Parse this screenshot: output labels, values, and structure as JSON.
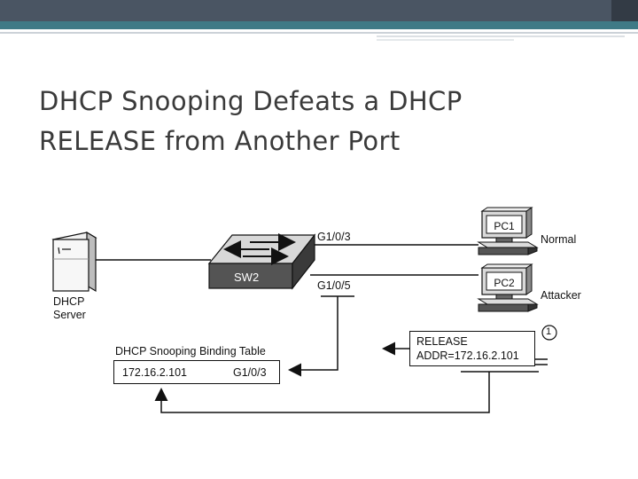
{
  "slide": {
    "title_line1": "DHCP Snooping Defeats a DHCP",
    "title_line2": "RELEASE from Another Port"
  },
  "diagram": {
    "server_label_line1": "DHCP",
    "server_label_line2": "Server",
    "switch_label": "SW2",
    "port_top": "G1/0/3",
    "port_bottom": "G1/0/5",
    "pc1_label": "PC1",
    "pc1_role": "Normal",
    "pc2_label": "PC2",
    "pc2_role": "Attacker",
    "table_title": "DHCP Snooping Binding Table",
    "table_ip": "172.16.2.101",
    "table_port": "G1/0/3",
    "message_line1": "RELEASE",
    "message_line2": "ADDR=172.16.2.101",
    "step_number": "1"
  },
  "colors": {
    "header_bar": "#4a5563",
    "accent_bar": "#3f7a86",
    "switch_face": "#545454",
    "switch_top": "#d8d8d8"
  }
}
